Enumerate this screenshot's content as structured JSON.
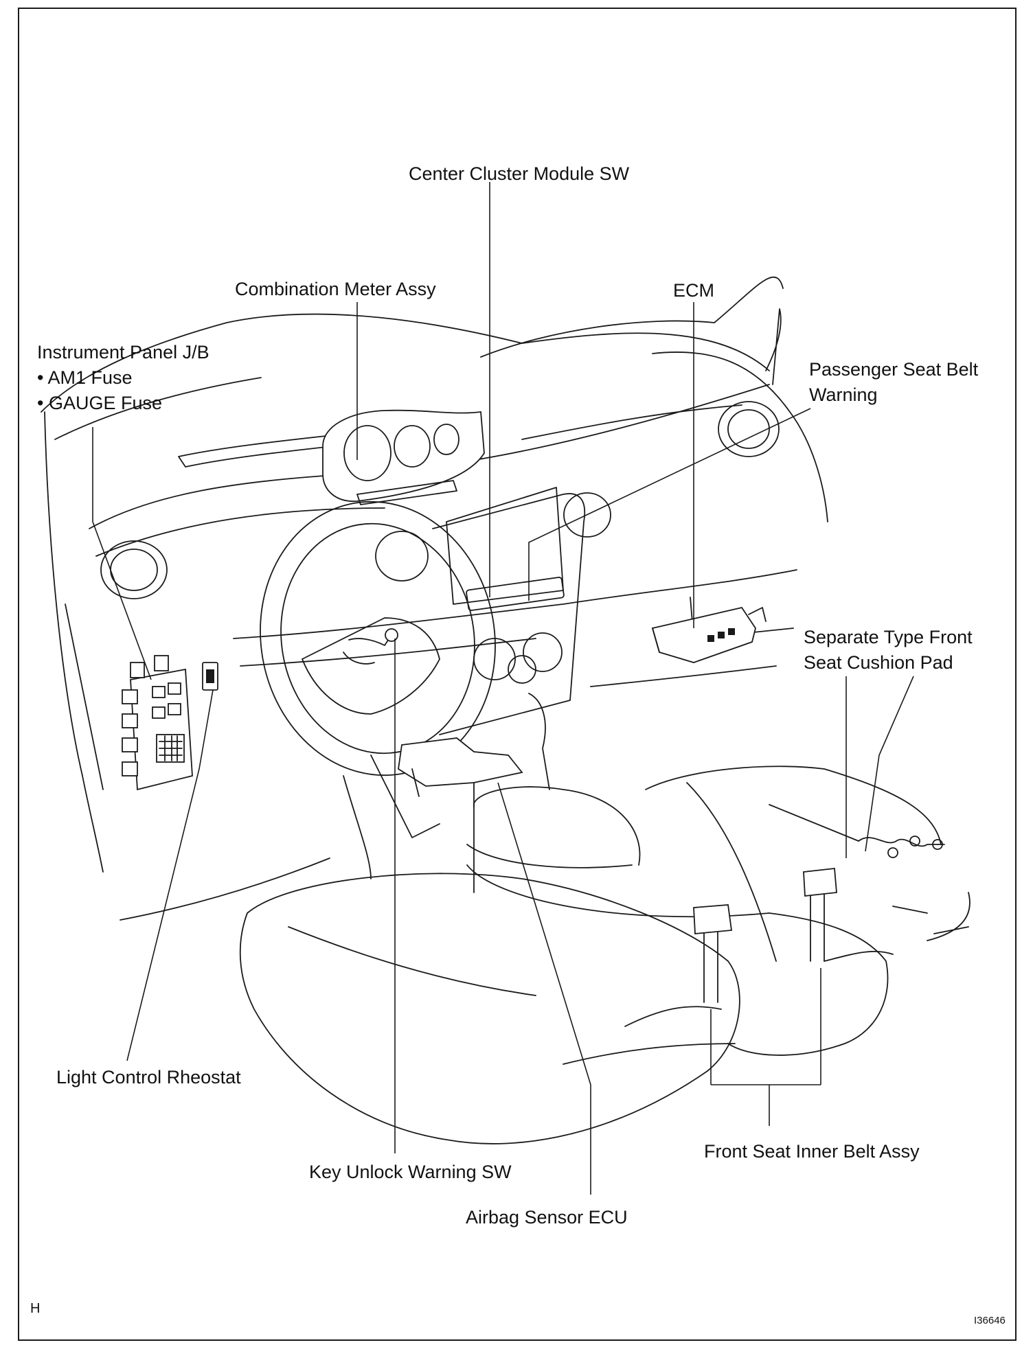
{
  "labels": {
    "center_cluster": "Center Cluster Module SW",
    "combination_meter": "Combination Meter Assy",
    "ecm": "ECM",
    "instrument_panel_jb": "Instrument Panel J/B",
    "am1_fuse": "• AM1 Fuse",
    "gauge_fuse": "• GAUGE Fuse",
    "passenger_belt_line1": "Passenger Seat Belt",
    "passenger_belt_line2": "Warning",
    "cushion_pad_line1": "Separate Type Front",
    "cushion_pad_line2": "Seat Cushion Pad",
    "light_rheostat": "Light Control Rheostat",
    "key_unlock": "Key Unlock Warning SW",
    "airbag_ecu": "Airbag Sensor ECU",
    "inner_belt": "Front Seat Inner Belt Assy"
  },
  "corner": {
    "left": "H",
    "right": "I36646"
  }
}
